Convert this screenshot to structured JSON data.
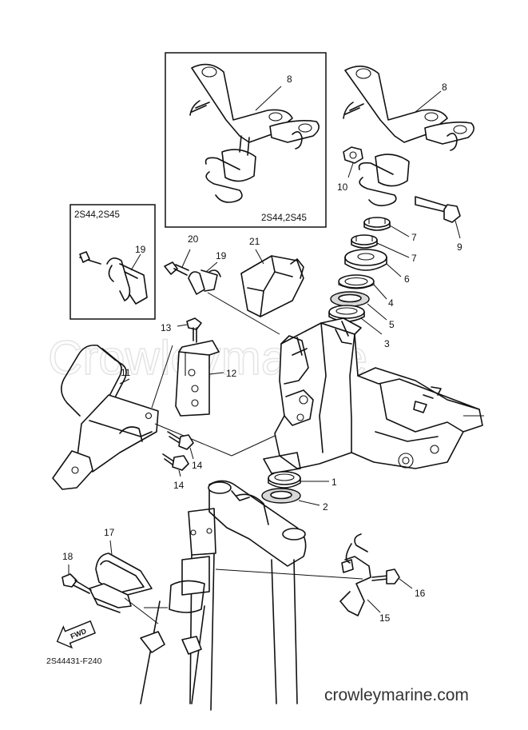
{
  "watermark": "Crowleymarine",
  "footer": {
    "site": "crowleymarine.com"
  },
  "figure_code": "2S44431-F240",
  "fwd_marker": "FWD",
  "inset_boxes": {
    "top": "2S44,2S45",
    "left": "2S44,2S45"
  },
  "callouts": {
    "c1": "1",
    "c2": "2",
    "c3": "3",
    "c4": "4",
    "c5": "5",
    "c6": "6",
    "c7a": "7",
    "c7b": "7",
    "c8a": "8",
    "c8b": "8",
    "c9": "9",
    "c10": "10",
    "c11": "11",
    "c12": "12",
    "c13": "13",
    "c14a": "14",
    "c14b": "14",
    "c15": "15",
    "c16": "16",
    "c17": "17",
    "c18": "18",
    "c19a": "19",
    "c19b": "19",
    "c20": "20",
    "c21": "21"
  }
}
